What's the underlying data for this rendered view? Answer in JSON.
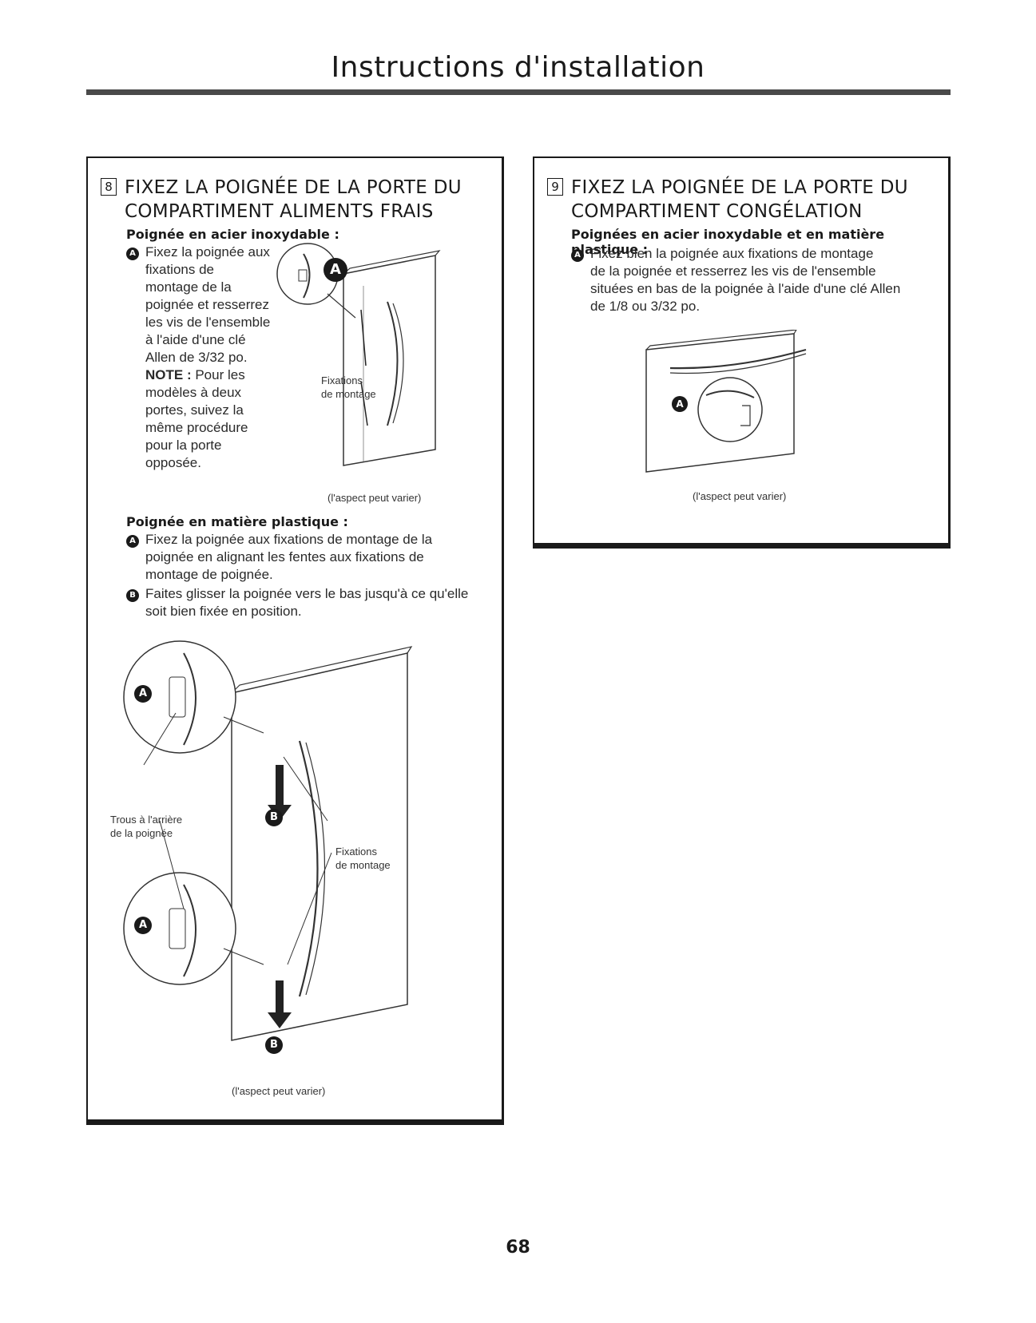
{
  "header": {
    "title": "Instructions d'installation"
  },
  "step8": {
    "number": "8",
    "title": "FIXEZ LA POIGNÉE DE LA PORTE DU COMPARTIMENT ALIMENTS FRAIS",
    "stainless": {
      "heading": "Poignée en acier inoxydable :",
      "bullet": "A",
      "text": "Fixez la poignée aux\nfixations de\nmontage de la\npoignée et resserrez\nles vis de l'ensemble\nà l'aide d'une clé\nAllen de 3/32 po.",
      "note_label": "NOTE :",
      "note_text": " Pour les\nmodèles à deux\nportes, suivez la\nmême procédure\npour la porte\nopposée.",
      "figure_callout": "A",
      "figure_label": "Fixations\nde montage",
      "figure_caption": "(l'aspect peut varier)"
    },
    "plastic": {
      "heading": "Poignée en matière plastique :",
      "bullet_a": "A",
      "text_a": "Fixez la poignée aux fixations de montage de la\npoignée en alignant les fentes aux fixations de\nmontage de poignée.",
      "bullet_b": "B",
      "text_b": "Faites glisser la poignée vers le bas jusqu'à ce qu'elle\nsoit bien fixée en position.",
      "callout_a_top": "A",
      "callout_a_bottom": "A",
      "callout_b_top": "B",
      "callout_b_bottom": "B",
      "holes_label": "Trous à l'arrière\nde la poignée",
      "fixations_label": "Fixations\nde montage",
      "figure_caption": "(l'aspect peut varier)"
    }
  },
  "step9": {
    "number": "9",
    "title": "FIXEZ LA POIGNÉE DE LA PORTE DU COMPARTIMENT CONGÉLATION",
    "heading": "Poignées en acier inoxydable et en matière plastique :",
    "bullet": "A",
    "text": "Fixez bien la poignée aux fixations de montage\nde la poignée et resserrez les vis de l'ensemble\nsituées en bas de la poignée à l'aide d'une clé Allen\nde 1/8 ou 3/32 po.",
    "figure_callout": "A",
    "figure_caption": "(l'aspect peut varier)"
  },
  "footer": {
    "page_number": "68"
  }
}
